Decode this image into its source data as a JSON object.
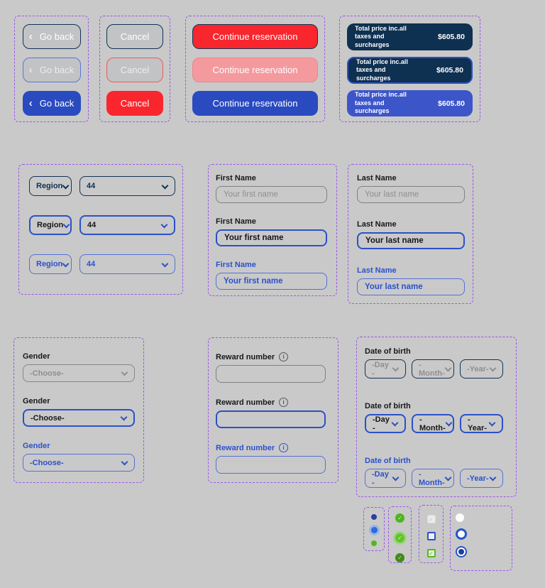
{
  "icons": {
    "chevron_left": "‹",
    "check": "✓",
    "info": "i"
  },
  "buttons": {
    "go_back": "Go back",
    "cancel": "Cancel",
    "continue_reservation": "Continue reservation"
  },
  "price_card": {
    "lines": [
      "Total price inc.all",
      "taxes and",
      "surcharges"
    ],
    "amount": "$605.80"
  },
  "phone": {
    "region_label": "Region",
    "code": "44"
  },
  "first_name": {
    "label": "First Name",
    "placeholder": "Your first name",
    "value": "Your first name"
  },
  "last_name": {
    "label": "Last Name",
    "placeholder": "Your last name",
    "value": "Your last name"
  },
  "gender": {
    "label": "Gender",
    "value": "-Choose-"
  },
  "reward": {
    "label": "Reward number"
  },
  "dob": {
    "label": "Date of birth",
    "day": "-Day -",
    "month": "-Month-",
    "year": "-Year-"
  },
  "colors": {
    "background": "#c9c9c9",
    "outline_purple": "#9b57ea",
    "navy": "#0e3051",
    "primary_blue": "#2a4ac0",
    "focus_blue": "#2b51c7",
    "link_blue": "#2b51cc",
    "red": "#f9262e",
    "pink": "#f49a9e",
    "green": "#4fb51c"
  }
}
